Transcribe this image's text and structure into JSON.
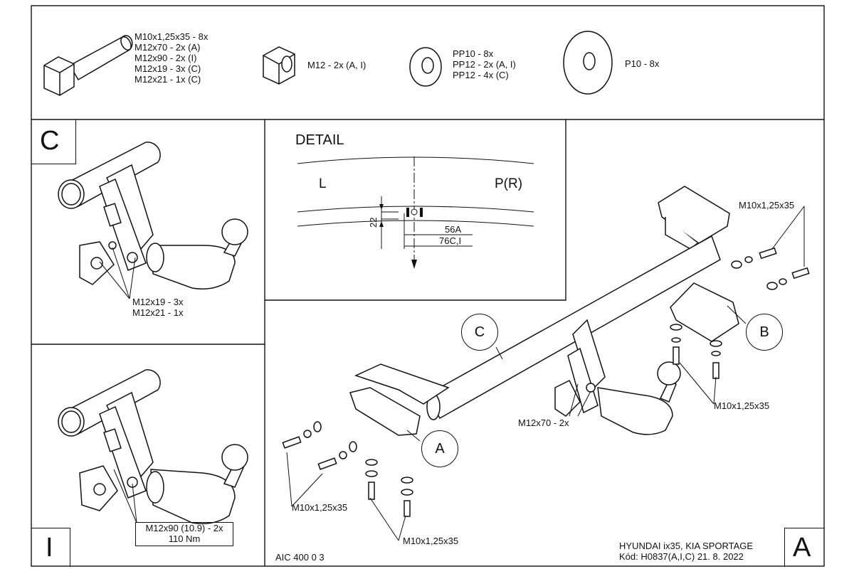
{
  "parts": {
    "bolt": [
      "M10x1,25x35 - 8x",
      "M12x70 - 2x (A)",
      "M12x90 - 2x (I)",
      "M12x19 - 3x (C)",
      "M12x21 - 1x (C)"
    ],
    "nut": "M12 - 2x (A, I)",
    "washers": [
      "PP10 - 8x",
      "PP12 - 2x (A, I)",
      "PP12 - 4x (C)"
    ],
    "big_washer": "P10 - 8x"
  },
  "panel_c": {
    "letter": "C",
    "callout": [
      "M12x19 - 3x",
      "M12x21 - 1x"
    ]
  },
  "panel_i": {
    "letter": "I",
    "callout": [
      "M12x90 (10.9) - 2x",
      "110 Nm"
    ]
  },
  "detail": {
    "title": "DETAIL",
    "left": "L",
    "right": "P(R)",
    "dim_vertical": "22",
    "dim_a": "56A",
    "dim_b": "76C,I"
  },
  "main": {
    "labels": {
      "a": "A",
      "b": "B",
      "c": "C",
      "bolt_tr": "M10x1,25x35",
      "bolt_r": "M10x1,25x35",
      "bolt_mid": "M12x70 - 2x",
      "bolt_bl": "M10x1,25x35",
      "bolt_bc": "M10x1,25x35"
    },
    "code": "AIC 400 0 3",
    "vehicle": "HYUNDAI ix35, KIA SPORTAGE",
    "kod": "Kód: H0837(A,I,C)  21. 8. 2022",
    "corner_letter": "A"
  }
}
